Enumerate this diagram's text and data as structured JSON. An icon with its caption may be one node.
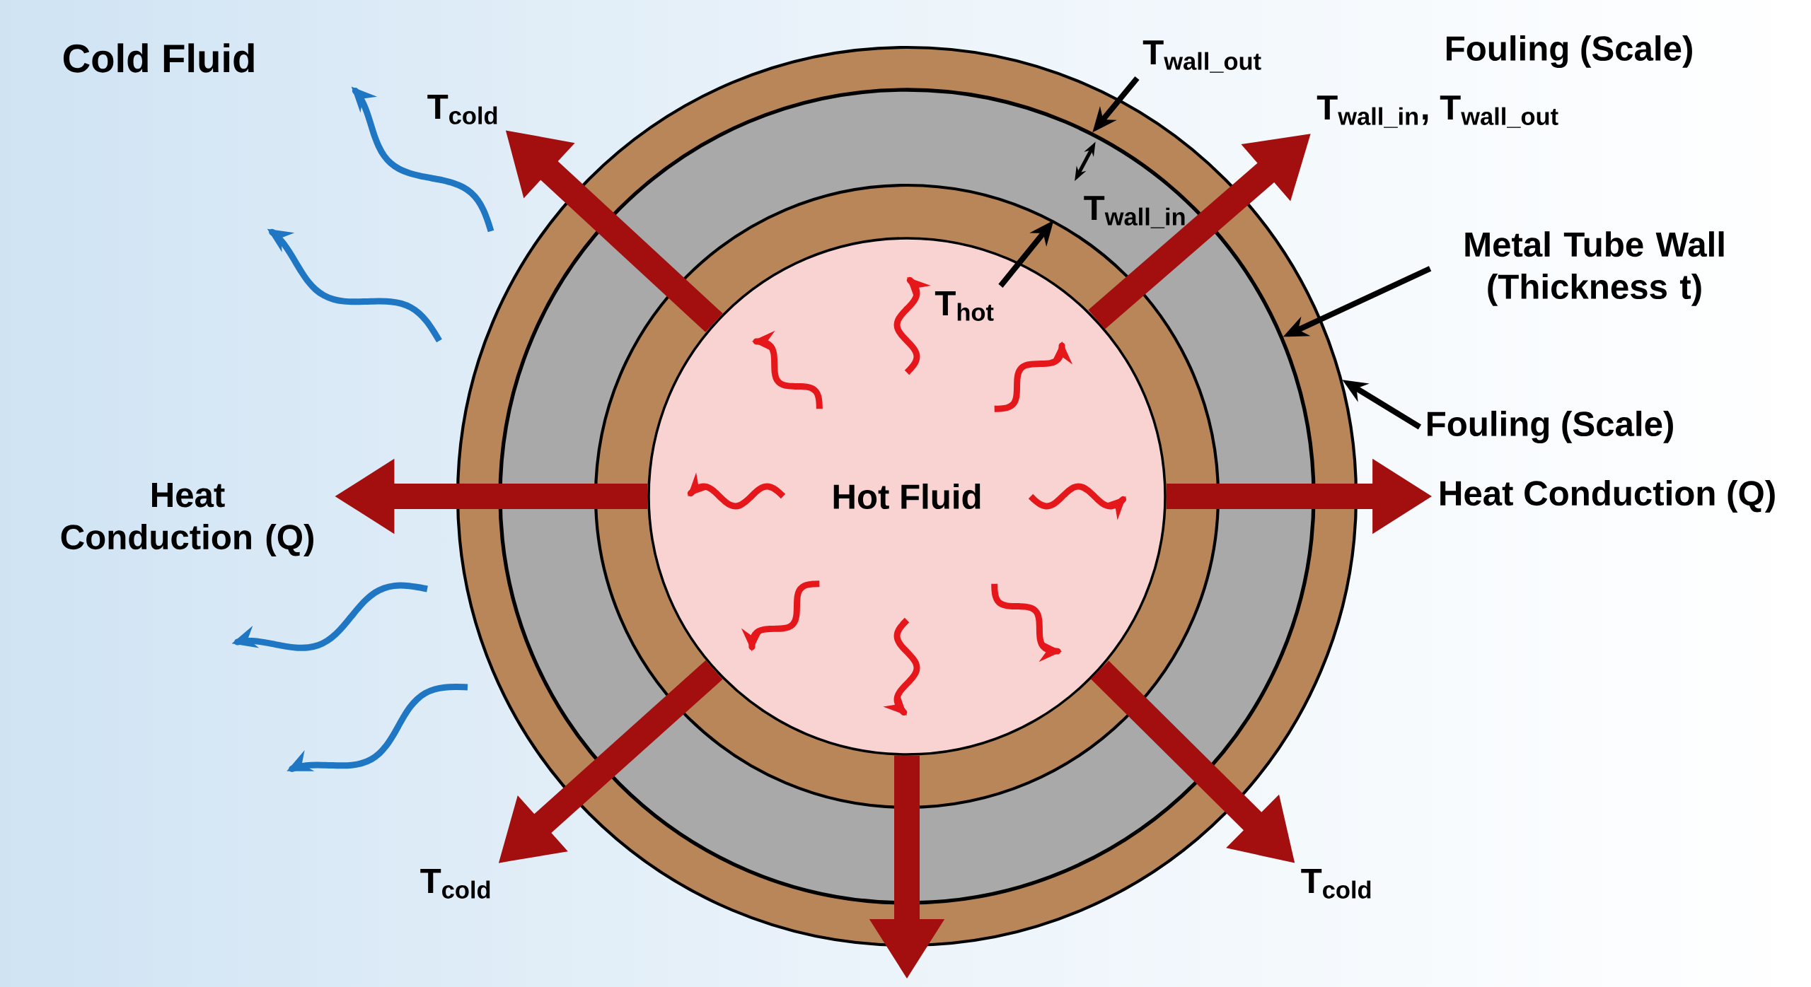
{
  "diagram": {
    "nodes": [
      {
        "text": [],
        "shape": "circle"
      },
      {
        "text": [],
        "shape": "circle",
        "in": 0
      },
      {
        "text": [],
        "shape": "circle",
        "in": 1
      },
      {
        "text": [
          "Hot Fluid"
        ],
        "in": 2
      },
      {
        "text": [
          "T$_{cold}$"
        ]
      },
      {
        "text": [
          "T$_{wall_out}$"
        ]
      },
      {
        "text": [
          "T$_{hot}$"
        ],
        "in": 3
      },
      {
        "text": [
          "T$_{wall_in}$, T$_{wall_out}$"
        ]
      },
      {
        "text": [
          "Metal Tube Wall (Thickness t)"
        ]
      },
      {
        "text": [
          "Fouling (Scale)"
        ]
      },
      {
        "text": [
          "Heat Conduction (Q)"
        ]
      },
      {
        "text": [
          "Heat Conduction (Q)"
        ]
      },
      {
        "text": [
          "T$_{cold}$"
        ]
      },
      {
        "text": [
          "T$_{cold}$"
        ]
      }
    ],
    "edges": [
      {
        "from": 3,
        "to": 10,
        "arrow": "to"
      },
      {
        "from": 3,
        "to": 11,
        "arrow": "to"
      },
      {
        "from": 3,
        "to": 4,
        "arrow": "to"
      },
      {
        "from": 3,
        "to": 7,
        "arrow": "to"
      },
      {
        "from": 3,
        "to": 12,
        "arrow": "to"
      },
      {
        "from": 3,
        "to": 13,
        "arrow": "to"
      },
      {
        "from": 3,
        "to": null,
        "arrow": "to"
      },
      {
        "from": 5,
        "to": 1,
        "arrow": "to",
        "color": "#000000"
      },
      {
        "from": 6,
        "to": 2,
        "arrow": "to",
        "color": "#000000"
      },
      {
        "from": 8,
        "to": 1,
        "arrow": "to",
        "color": "#000000"
      },
      {
        "from": 9,
        "to": 0,
        "arrow": "to",
        "color": "#000000"
      }
    ],
    "labels": [
      "Cold Fluid",
      "Fouling (Scale)",
      "T$_{wall_in}$"
    ]
  }
}
